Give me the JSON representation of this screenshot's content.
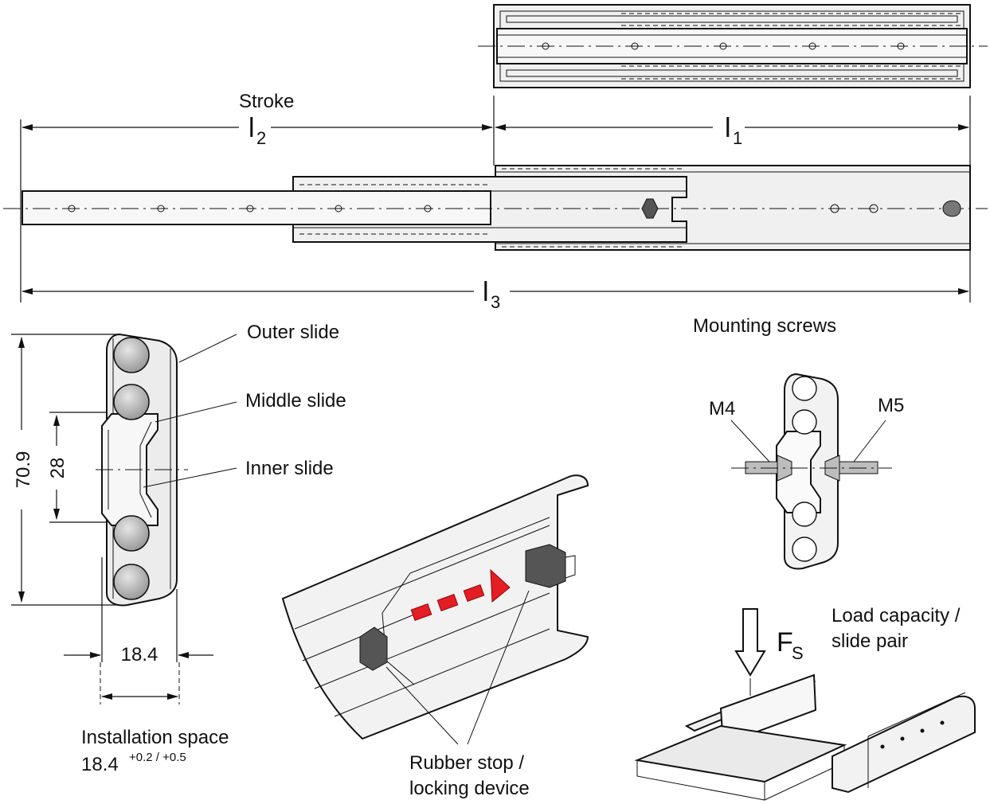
{
  "labels": {
    "stroke": "Stroke",
    "l2": "l",
    "l2_sub": "2",
    "l1": "l",
    "l1_sub": "1",
    "l3": "l",
    "l3_sub": "3",
    "outer_slide": "Outer slide",
    "middle_slide": "Middle slide",
    "inner_slide": "Inner slide",
    "mounting_screws": "Mounting screws",
    "m4": "M4",
    "m5": "M5",
    "load_capacity_line1": "Load capacity /",
    "load_capacity_line2": "slide pair",
    "fs": "F",
    "fs_sub": "S",
    "rubber_stop_line1": "Rubber stop /",
    "rubber_stop_line2": "locking device",
    "installation_space": "Installation space",
    "installation_value": "18.4",
    "installation_tolerance": "+0.2 / +0.5"
  },
  "dimensions": {
    "height": "70.9",
    "hole_spacing": "28",
    "width": "18.4"
  },
  "colors": {
    "line": "#111111",
    "part_fill": "#f0f0f0",
    "ball_fill": "#bdbdbd",
    "stop_fill": "#555555",
    "arrow_red": "#e31e24"
  },
  "icons": [
    "down-arrow-icon"
  ]
}
